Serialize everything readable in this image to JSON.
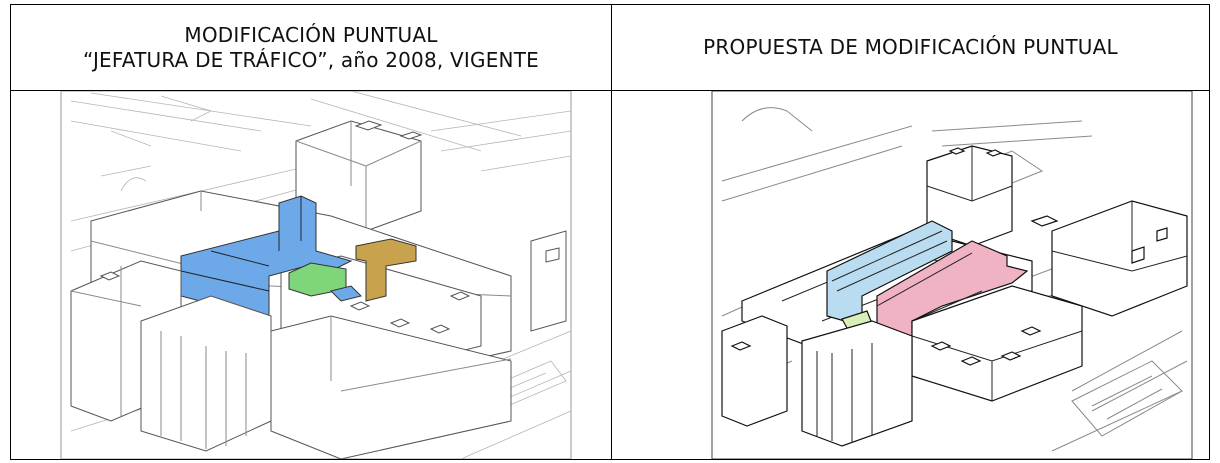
{
  "header_left": {
    "line1": "MODIFICACIÓN PUNTUAL",
    "line2": "“JEFATURA DE TRÁFICO”, año 2008, VIGENTE"
  },
  "header_right": {
    "line1": "PROPUESTA DE MODIFICACIÓN PUNTUAL"
  },
  "colors": {
    "blue": "#6da9e8",
    "green": "#7fd67a",
    "ochre": "#c9a24e",
    "light_blue": "#b9dcf0",
    "pink": "#f0b3c3",
    "light_green": "#d8efb9"
  }
}
